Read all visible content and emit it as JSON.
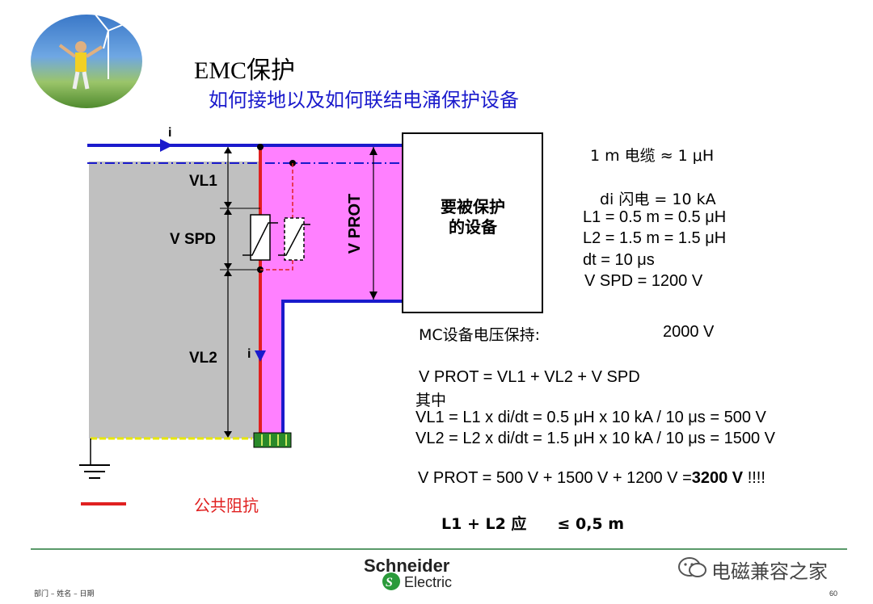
{
  "header": {
    "title": "EMC保护",
    "subtitle": "如何接地以及如何联结电涌保护设备"
  },
  "diagram": {
    "current_top": "i",
    "current_mid": "i",
    "label_vl1": "VL1",
    "label_vspd": "V SPD",
    "label_vl2": "VL2",
    "label_vprot": "V PROT",
    "protected_box_line1": "要被保护",
    "protected_box_line2": "的设备"
  },
  "specs": {
    "cable": "1 m 电缆 ≈ 1 μH",
    "di": "di 闪电 = 10 kA",
    "l1": "L1  = 0.5 m = 0.5 μH",
    "l2": "L2 = 1.5 m = 1.5 μH",
    "dt": "dt = 10 μs",
    "vspd": "V SPD = 1200 V",
    "withstand_label": "MC设备电压保持:",
    "withstand_value": "2000 V"
  },
  "calc": {
    "eq": "V PROT = VL1 + VL2 + V SPD",
    "where": "其中",
    "vl1": "VL1 = L1 x di/dt = 0.5 μH x 10 kA / 10 μs = 500 V",
    "vl2": "VL2  = L2 x di/dt = 1.5 μH x 10 kA / 10 μs = 1500 V",
    "total_prefix": "V PROT = 500 V + 1500 V + 1200 V =",
    "total_value": "3200 V",
    "total_suffix": " !!!!",
    "req_left": "L1 + L2  应",
    "req_sym": "≤",
    "req_right": "0,5 m"
  },
  "legend": {
    "text": "公共阻抗"
  },
  "footer": {
    "left": "部门 – 姓名 – 日期",
    "brand_line1": "Schneider",
    "brand_line2": "Electric",
    "watermark": "电磁兼容之家",
    "page": "60"
  },
  "colors": {
    "magenta": "#ff80ff",
    "gray": "#c0c0c0",
    "blue": "#1a1acc",
    "red": "#e02020",
    "ground_green": "#2a8a2a"
  }
}
